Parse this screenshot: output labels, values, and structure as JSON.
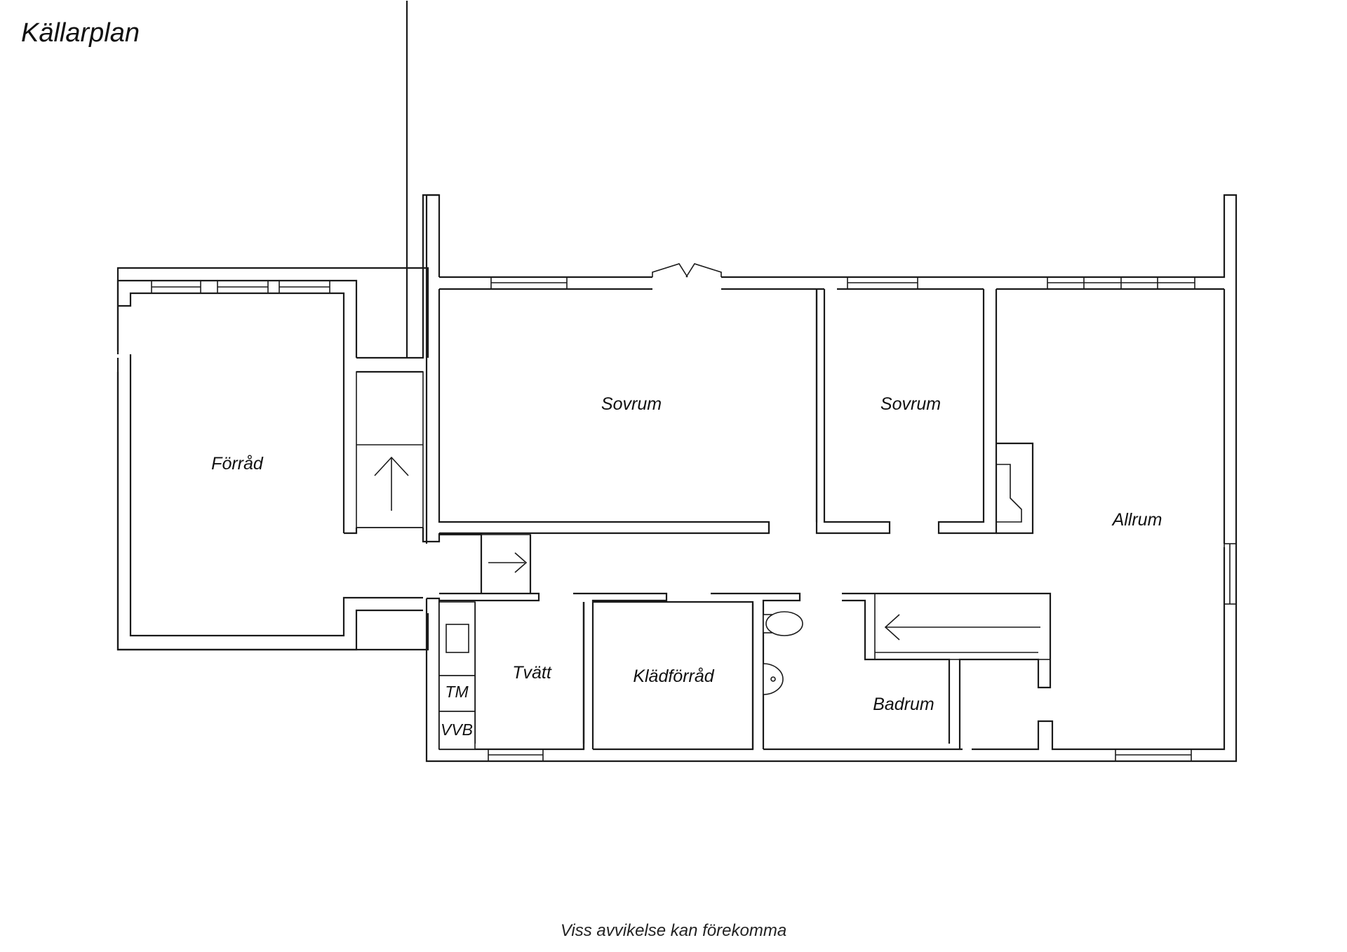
{
  "title": "Källarplan",
  "disclaimer": "Viss avvikelse kan förekomma",
  "rooms": {
    "forrad": "Förråd",
    "sovrum_1": "Sovrum",
    "sovrum_2": "Sovrum",
    "allrum": "Allrum",
    "tvatt": "Tvätt",
    "kladforrad": "Klädförråd",
    "badrum": "Badrum"
  },
  "fixtures": {
    "tm": "TM",
    "vvb": "VVB"
  },
  "colors": {
    "line": "#1a1a1a",
    "background": "#ffffff"
  }
}
